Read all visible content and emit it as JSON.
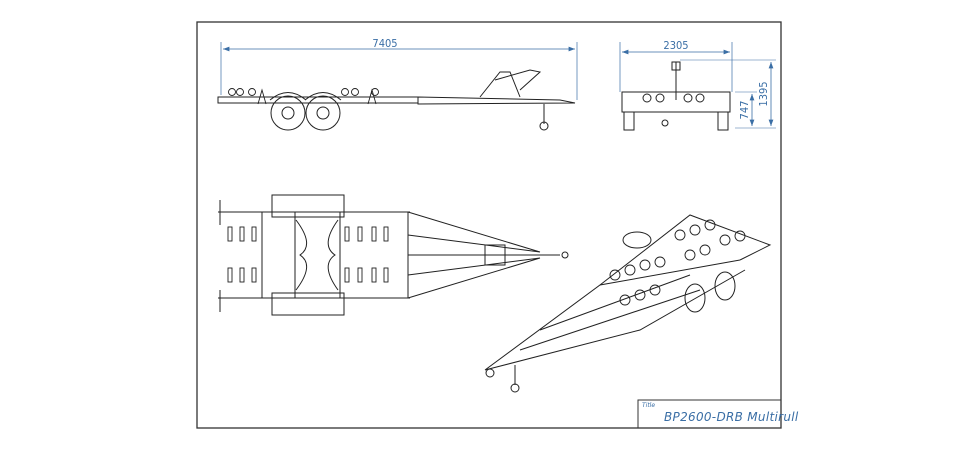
{
  "drawing": {
    "dimensions": {
      "overall_length": "7405",
      "overall_width": "2305",
      "overall_height": "1395",
      "frame_height": "747"
    },
    "title_block": {
      "label": "Title",
      "title": "BP2600-DRB Multirull"
    },
    "colors": {
      "line": "#222222",
      "dimension": "#3a6ea5",
      "frame": "#333333"
    }
  }
}
